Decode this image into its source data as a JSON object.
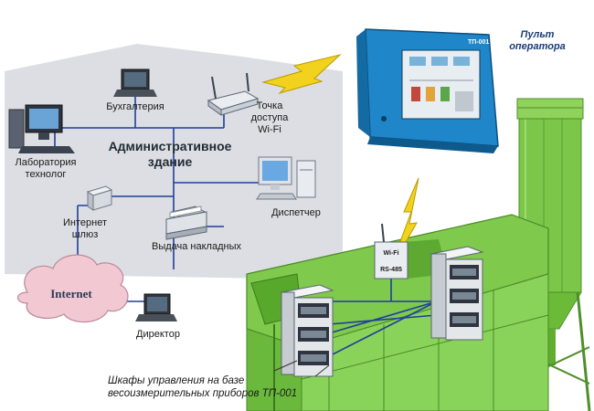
{
  "admin_building": {
    "title_line1": "Административное",
    "title_line2": "здание"
  },
  "nodes": {
    "lab": {
      "line1": "Лаборатория",
      "line2": "технолог"
    },
    "accounting": {
      "label": "Бухгалтерия"
    },
    "wifi_ap": {
      "line1": "Точка",
      "line2": "доступа",
      "line3": "Wi-Fi"
    },
    "dispatcher": {
      "label": "Диспетчер"
    },
    "invoices": {
      "label": "Выдача накладных"
    },
    "gateway": {
      "line1": "Интернет",
      "line2": "шлюз"
    },
    "internet": {
      "label": "Internet"
    },
    "director": {
      "label": "Директор"
    },
    "operator_panel": {
      "line1": "Пульт",
      "line2": "оператора",
      "screen_brand": "ТП-001"
    },
    "converter": {
      "line1": "Wi-Fi",
      "line2": "RS-485"
    }
  },
  "caption": {
    "line1": "Шкафы управления на базе",
    "line2": "весоизмерительных приборов ТП-001"
  },
  "colors": {
    "building_gray": "#dcdee3",
    "line_blue": "#1f3f9a",
    "lightning_yellow": "#f2d21c",
    "plant_green": "#6dbf3a",
    "panel_blue": "#1e86c9",
    "cloud_pink": "#f2c9d3"
  }
}
